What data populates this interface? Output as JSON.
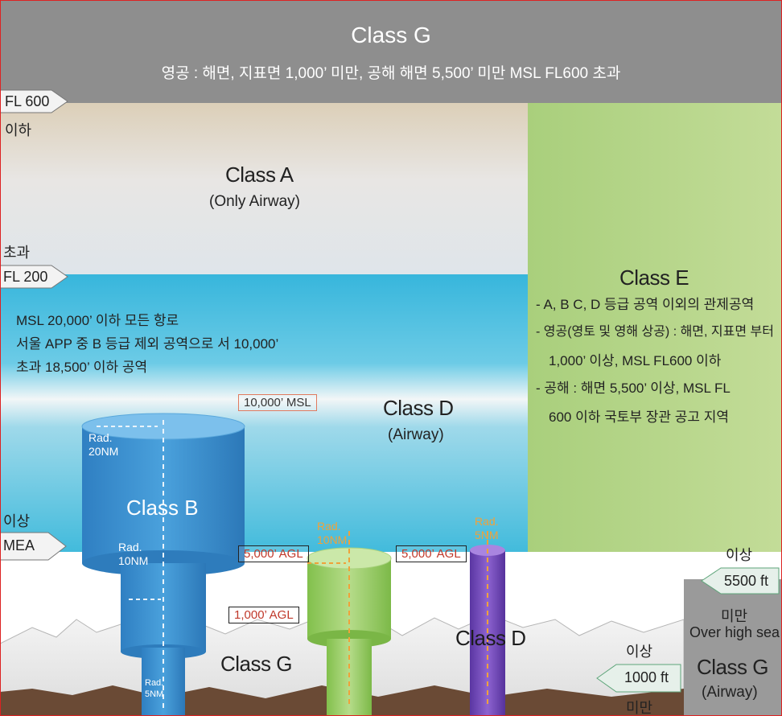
{
  "top": {
    "title": "Class G",
    "desc": "영공 : 해면, 지표면 1,000’ 미만, 공해 해면 5,500’ 미만 MSL FL600 초과"
  },
  "left_scale": {
    "fl600": "FL 600",
    "fl600_sub": "이하",
    "fl200_top": "초과",
    "fl200": "FL 200",
    "mea_top": "이상",
    "mea": "MEA"
  },
  "class_a": {
    "title": "Class A",
    "sub": "(Only Airway)"
  },
  "class_d_band": {
    "lines": [
      "MSL 20,000’ 이하 모든 항로",
      "서울 APP 중 B 등급 제외 공역으로 서 10,000’",
      "초과 18,500’ 이하 공역"
    ],
    "title": "Class D",
    "sub": "(Airway)"
  },
  "class_e": {
    "title": "Class E",
    "bullets": [
      "- A, B C, D 등급 공역 이외의 관제공역",
      "- 영공(영토 및 영해 상공) : 해면, 지표면 부터",
      "1,000’ 이상, MSL FL600 이하",
      "- 공해 : 해면 5,500’ 이상, MSL FL",
      "600 이하 국토부 장관 공고 지역"
    ]
  },
  "class_b": {
    "title": "Class B",
    "msl": "10,000’ MSL",
    "rad_top": [
      "Rad.",
      "20NM"
    ],
    "rad_mid": [
      "Rad.",
      "10NM"
    ],
    "rad_bot": [
      "Rad.",
      "5NM"
    ]
  },
  "class_c": {
    "agl_top": "5,000’ AGL",
    "agl_bot": "1,000’ AGL",
    "rad": [
      "Rad.",
      "10NM"
    ]
  },
  "class_d_tower": {
    "agl": "5,000’ AGL",
    "rad": [
      "Rad.",
      "5NM"
    ],
    "title": "Class D"
  },
  "ground_g": {
    "title": "Class G"
  },
  "right_box": {
    "above": "이상",
    "arrow1": "5500 ft",
    "below1": "미만",
    "below1_sub": "Over high sea",
    "above2": "이상",
    "arrow2": "1000 ft",
    "below2": "미만",
    "title": "Class G",
    "sub": "(Airway)"
  },
  "colors": {
    "gray_top": "#8f8f8f",
    "class_a": "#dde3e8",
    "class_d": "#5ec4e2",
    "class_e": "#b6d68a",
    "cyl_b": "#3b8fd0",
    "cyl_c": "#9ccd6a",
    "cyl_d": "#7048b8"
  }
}
